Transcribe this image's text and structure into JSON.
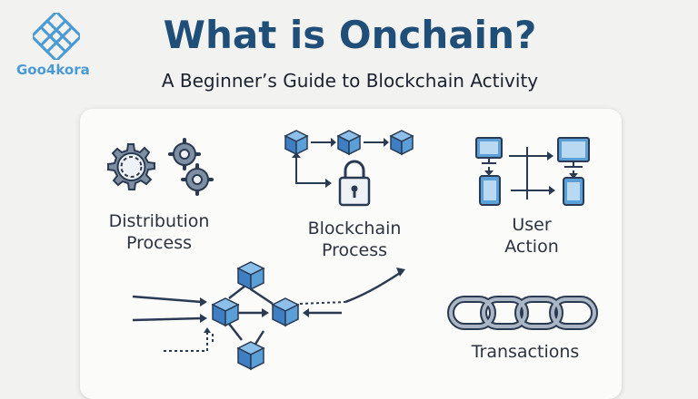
{
  "brand": {
    "name": "Goo4kora",
    "color": "#4a9bd4"
  },
  "header": {
    "title": "What is Onchain?",
    "subtitle": "A Beginner’s Guide to Blockchain Activity"
  },
  "sections": [
    {
      "id": "distribution",
      "label_line1": "Distribution",
      "label_line2": "Process",
      "icon": "gears-icon"
    },
    {
      "id": "blockchain",
      "label_line1": "Blockchain",
      "label_line2": "Process",
      "icon": "blocks-lock-icon"
    },
    {
      "id": "user-action",
      "label_line1": "User",
      "label_line2": "Action",
      "icon": "devices-icon"
    },
    {
      "id": "transactions",
      "label_line1": "Transactions",
      "icon": "chain-link-icon"
    }
  ],
  "colors": {
    "title": "#1f4e79",
    "cube_face": "#5a9fd8",
    "cube_dark": "#2f6fb0",
    "stroke": "#2a3a52"
  }
}
